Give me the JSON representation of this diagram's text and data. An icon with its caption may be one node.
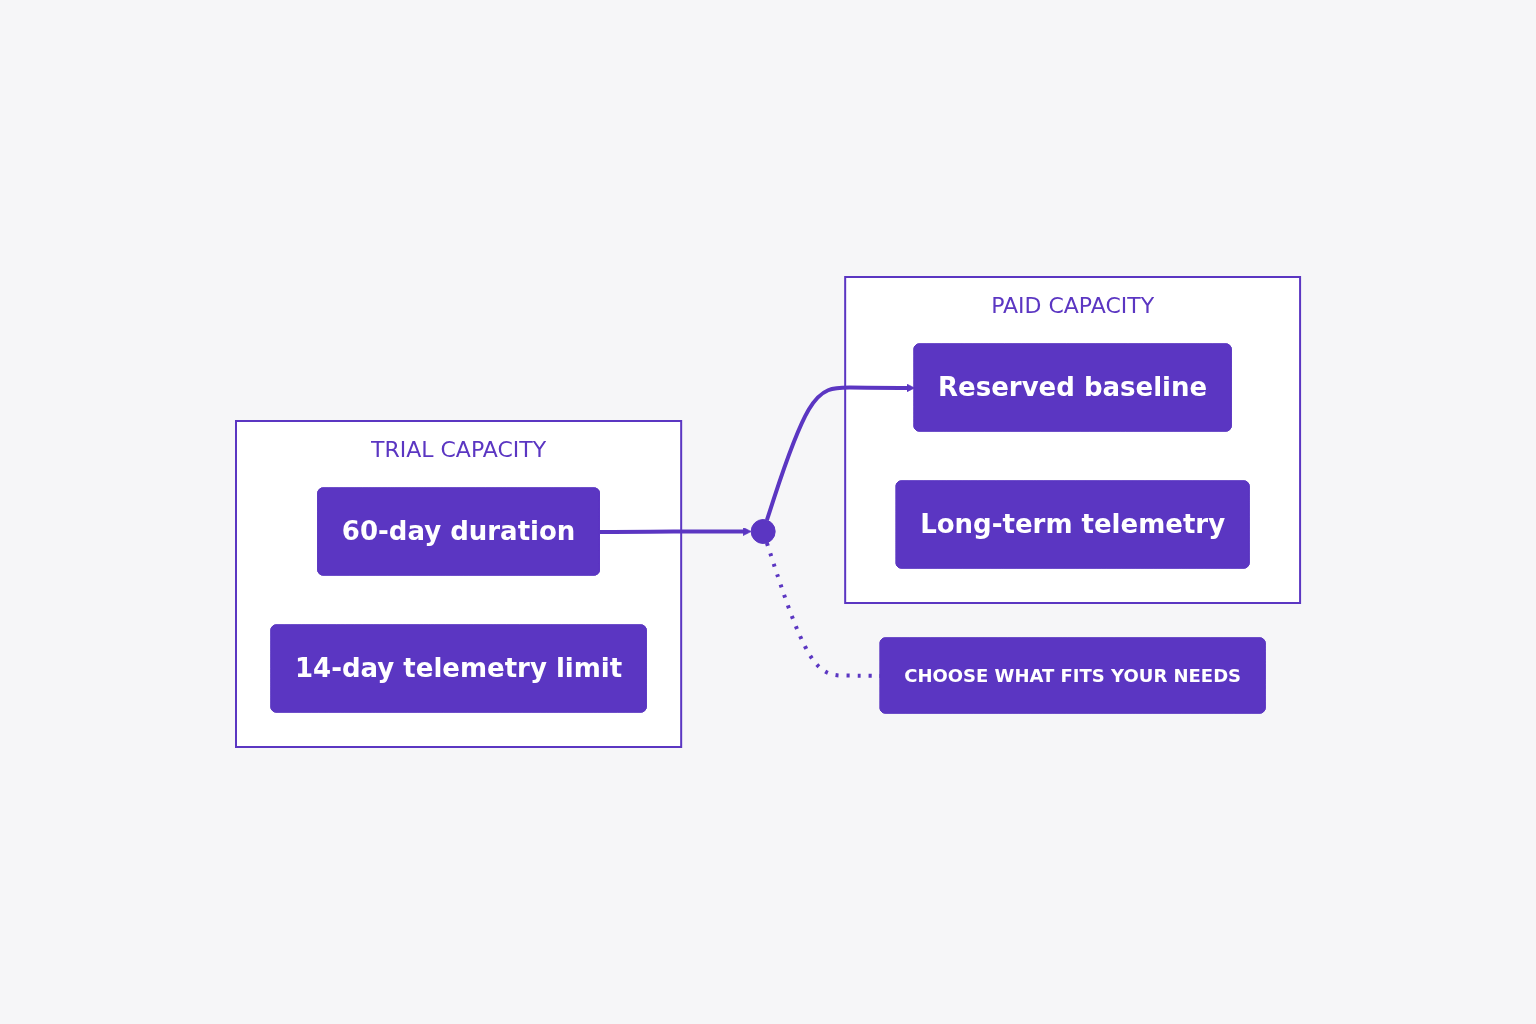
{
  "diagram": {
    "nodes": [
      {
        "text": [
          "TRIAL CAPACITY"
        ]
      },
      {
        "text": [
          "60-day duration"
        ],
        "in": 0
      },
      {
        "text": [
          "14-day telemetry limit"
        ],
        "in": 0
      },
      {
        "text": [],
        "shape": "circle"
      },
      {
        "text": [
          "PAID CAPACITY"
        ]
      },
      {
        "text": [
          "Reserved baseline"
        ],
        "in": 4
      },
      {
        "text": [
          "Long-term telemetry"
        ],
        "in": 4
      },
      {
        "text": [
          "CHOOSE WHAT FITS YOUR NEEDS"
        ]
      }
    ],
    "edges": [
      {
        "from": 1,
        "to": 3,
        "arrow": "to"
      },
      {
        "from": 3,
        "to": 5,
        "arrow": "to"
      },
      {
        "from": 3,
        "to": 7,
        "arrow": "none",
        "style": "dashed"
      }
    ]
  }
}
